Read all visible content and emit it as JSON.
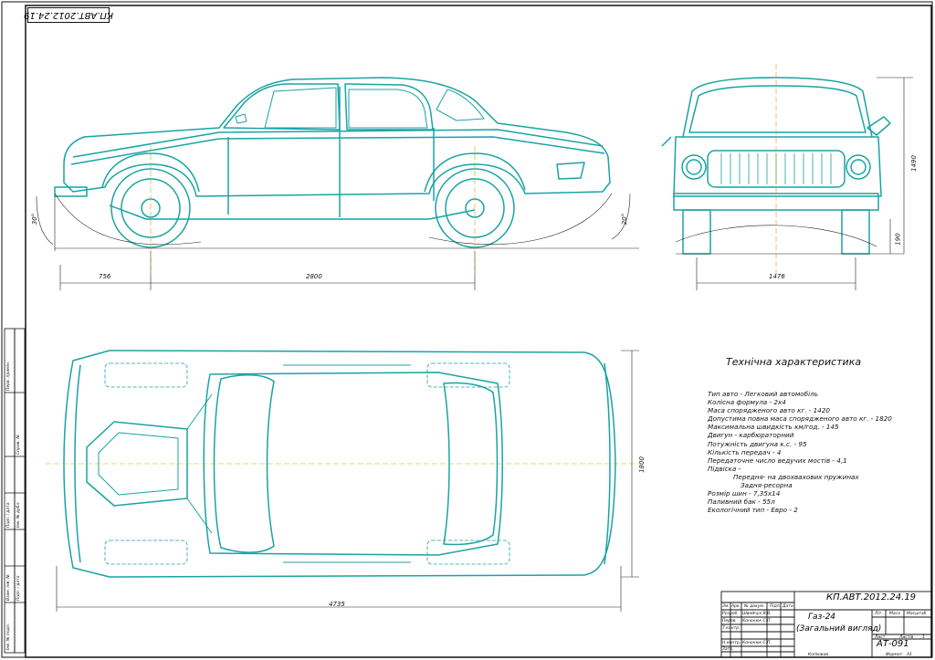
{
  "stamp_code": "КП.АВТ.2012.24.19",
  "colors": {
    "drawing": "#1aa3a3",
    "frame": "#111111",
    "axis": "#c8a400"
  },
  "dimensions": {
    "front_overhang": "756",
    "wheelbase": "2800",
    "approach_angle": "30°",
    "departure_angle": "20°",
    "track_width": "1476",
    "height": "1490",
    "ground_clearance": "190",
    "width": "1800",
    "length": "4735"
  },
  "specs": {
    "title": "Технічна характеристика",
    "lines": [
      "Тип авто - Легковий автомобіль",
      "Колісна формула - 2х4",
      "Маса спорядженого авто кг. - 1420",
      "Допустима повна маса спорядженого авто кг. - 1820",
      "Максимальна швидкість км/год. - 145",
      "Двигун - карбюраторний",
      "Потужність двигуна к.с. - 95",
      "Кількість передач - 4",
      "Передаточне число ведучих мостів - 4,1",
      "Підвіска -",
      "Передня- на двохвахових пружинах",
      "Задня-ресорна",
      "Розмір шин - 7,35х14",
      "Паливний бак - 55л",
      "Екологічний тип - Евро - 2"
    ]
  },
  "title_block": {
    "code": "КП.АВТ.2012.24.19",
    "name_line1": "Газ-24",
    "name_line2": "(Загальний вигляд)",
    "group": "АТ-091",
    "lit": "Літ.",
    "mass": "Маса",
    "scale": "Масштаб",
    "sheet": "Лист",
    "sheets": "Листів",
    "sheets_count": "1",
    "rozrob": "Розроб.",
    "perev": "Перев.",
    "t_kontr": "Т.контр.",
    "n_kontr": "Н.контр.",
    "zatv": "Затв.",
    "zm": "Зм.",
    "arkush": "Арк.",
    "doc": "№ докум.",
    "sign": "Підп.",
    "date": "Дата",
    "developer": "Швейчук В.В.",
    "checker": "Кононюк С.П.",
    "copied": "Копіював",
    "format": "Формат",
    "format_value": "А1"
  },
  "sidebar": [
    "Перв. примін.",
    "Справ. №",
    "Підп. і дата",
    "Інв. № дубл.",
    "Взам. інв. №",
    "Підп. і дата",
    "Інв. № подл."
  ]
}
